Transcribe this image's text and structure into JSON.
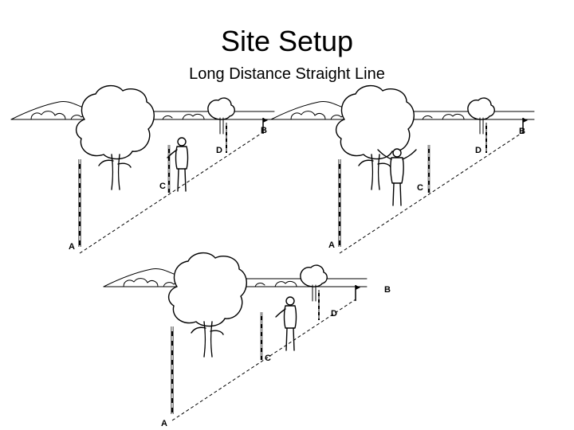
{
  "title": "Site Setup",
  "subtitle": "Long Distance Straight Line",
  "panels": [
    {
      "labels": {
        "a": "A",
        "b": "B",
        "c": "C",
        "d": "D"
      }
    },
    {
      "labels": {
        "a": "A",
        "b": "B",
        "c": "C",
        "d": "D"
      }
    },
    {
      "labels": {
        "a": "A",
        "b": "B",
        "c": "C",
        "d": "D"
      }
    }
  ]
}
